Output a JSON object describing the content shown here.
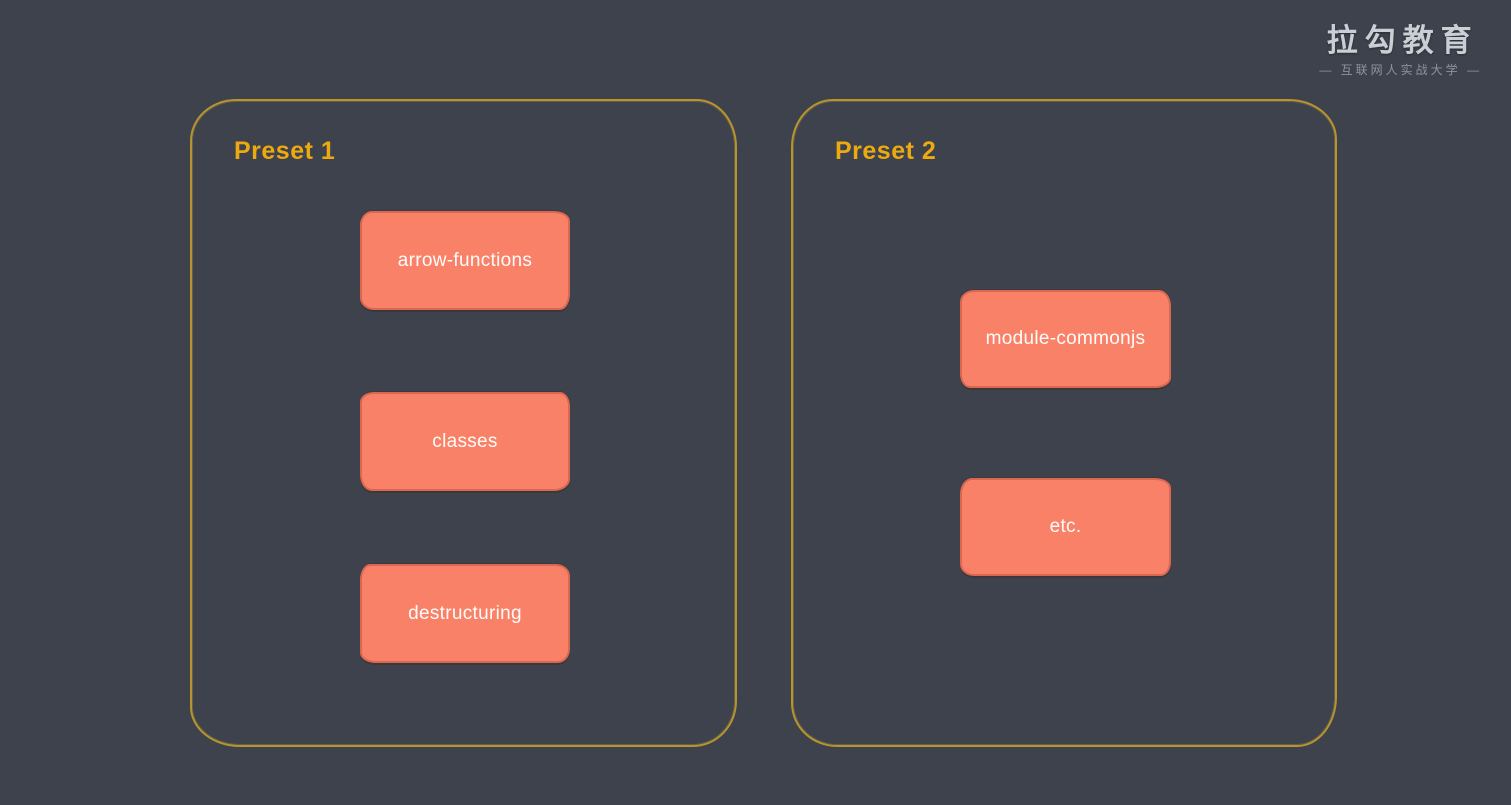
{
  "page": {
    "background_color": "#3e424c"
  },
  "logo": {
    "title": "拉勾教育",
    "subtitle": "— 互联网人实战大学 —",
    "title_color": "#caced5",
    "subtitle_color": "#8e939d"
  },
  "colors": {
    "panel_border": "#b6952e",
    "panel_label": "#ecaa10",
    "plugin_box_fill": "#f98168",
    "plugin_box_text": "#fefcfb"
  },
  "panels": [
    {
      "label": "Preset 1",
      "plugins": [
        "arrow-functions",
        "classes",
        "destructuring"
      ]
    },
    {
      "label": "Preset 2",
      "plugins": [
        "module-commonjs",
        "etc."
      ]
    }
  ]
}
